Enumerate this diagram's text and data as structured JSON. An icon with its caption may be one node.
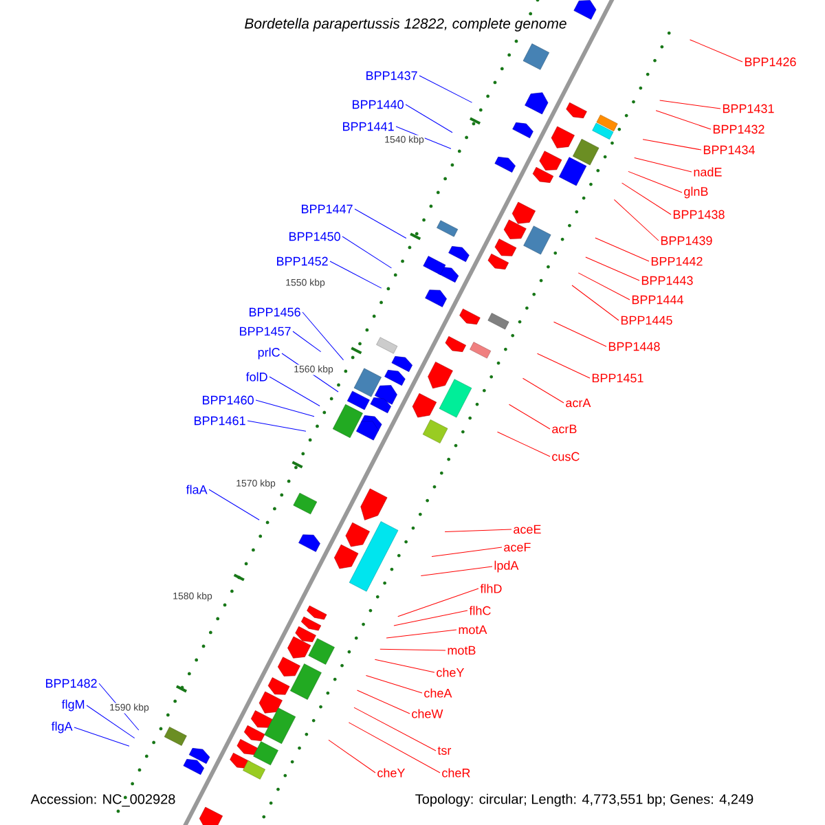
{
  "diagram": {
    "title": "Bordetella parapertussis 12822, complete genome",
    "nodes": [
      {
        "text": [
          "BPP1437"
        ]
      },
      {
        "text": [
          "BPP1440"
        ]
      },
      {
        "text": [
          "BPP1441"
        ]
      },
      {
        "text": [
          "BPP1447"
        ]
      },
      {
        "text": [
          "BPP1450"
        ]
      },
      {
        "text": [
          "BPP1452"
        ]
      },
      {
        "text": [
          "BPP1456"
        ]
      },
      {
        "text": [
          "BPP1457"
        ]
      },
      {
        "text": [
          "prlC"
        ]
      },
      {
        "text": [
          "folD"
        ]
      },
      {
        "text": [
          "BPP1460"
        ]
      },
      {
        "text": [
          "BPP1461"
        ]
      },
      {
        "text": [
          "flaA"
        ]
      },
      {
        "text": [
          "BPP1482"
        ]
      },
      {
        "text": [
          "flgM"
        ]
      },
      {
        "text": [
          "flgA"
        ]
      },
      {
        "text": [
          "BPP1426"
        ]
      },
      {
        "text": [
          "BPP1431"
        ]
      },
      {
        "text": [
          "BPP1432"
        ]
      },
      {
        "text": [
          "BPP1434"
        ]
      },
      {
        "text": [
          "nadE"
        ]
      },
      {
        "text": [
          "glnB"
        ]
      },
      {
        "text": [
          "BPP1438"
        ]
      },
      {
        "text": [
          "BPP1439"
        ]
      },
      {
        "text": [
          "BPP1442"
        ]
      },
      {
        "text": [
          "BPP1443"
        ]
      },
      {
        "text": [
          "BPP1444"
        ]
      },
      {
        "text": [
          "BPP1445"
        ]
      },
      {
        "text": [
          "BPP1448"
        ]
      },
      {
        "text": [
          "BPP1451"
        ]
      },
      {
        "text": [
          "acrA"
        ]
      },
      {
        "text": [
          "acrB"
        ]
      },
      {
        "text": [
          "cusC"
        ]
      },
      {
        "text": [
          "aceE"
        ]
      },
      {
        "text": [
          "aceF"
        ]
      },
      {
        "text": [
          "lpdA"
        ]
      },
      {
        "text": [
          "flhD"
        ]
      },
      {
        "text": [
          "flhC"
        ]
      },
      {
        "text": [
          "motA"
        ]
      },
      {
        "text": [
          "motB"
        ]
      },
      {
        "text": [
          "cheY"
        ]
      },
      {
        "text": [
          "cheA"
        ]
      },
      {
        "text": [
          "cheW"
        ]
      },
      {
        "text": [
          "tsr"
        ]
      },
      {
        "text": [
          "cheR"
        ]
      },
      {
        "text": [
          "cheY"
        ]
      }
    ],
    "edges": [
      {
        "from": 0,
        "to": null,
        "arrow": "none",
        "color": "#0000ff"
      },
      {
        "from": 1,
        "to": null,
        "arrow": "none",
        "color": "#0000ff"
      },
      {
        "from": 2,
        "to": null,
        "arrow": "none",
        "color": "#0000ff"
      },
      {
        "from": 3,
        "to": null,
        "arrow": "none",
        "color": "#0000ff"
      },
      {
        "from": 4,
        "to": null,
        "arrow": "none",
        "color": "#0000ff"
      },
      {
        "from": 5,
        "to": null,
        "arrow": "none",
        "color": "#0000ff"
      },
      {
        "from": 6,
        "to": null,
        "arrow": "none",
        "color": "#0000ff"
      },
      {
        "from": 7,
        "to": null,
        "arrow": "none",
        "color": "#0000ff"
      },
      {
        "from": 8,
        "to": null,
        "arrow": "none",
        "color": "#0000ff"
      },
      {
        "from": 9,
        "to": null,
        "arrow": "none",
        "color": "#0000ff"
      },
      {
        "from": 10,
        "to": null,
        "arrow": "none",
        "color": "#0000ff"
      },
      {
        "from": 11,
        "to": null,
        "arrow": "none",
        "color": "#0000ff"
      },
      {
        "from": 12,
        "to": null,
        "arrow": "none",
        "color": "#0000ff"
      },
      {
        "from": 13,
        "to": null,
        "arrow": "none",
        "color": "#0000ff"
      },
      {
        "from": 14,
        "to": null,
        "arrow": "none",
        "color": "#0000ff"
      },
      {
        "from": 15,
        "to": null,
        "arrow": "none",
        "color": "#0000ff"
      },
      {
        "from": 16,
        "to": null,
        "arrow": "none"
      },
      {
        "from": 17,
        "to": null,
        "arrow": "none"
      },
      {
        "from": 18,
        "to": null,
        "arrow": "none"
      },
      {
        "from": 19,
        "to": null,
        "arrow": "none"
      },
      {
        "from": 20,
        "to": null,
        "arrow": "none"
      },
      {
        "from": 21,
        "to": null,
        "arrow": "none"
      },
      {
        "from": 22,
        "to": null,
        "arrow": "none"
      },
      {
        "from": 23,
        "to": null,
        "arrow": "none"
      },
      {
        "from": 24,
        "to": null,
        "arrow": "none"
      },
      {
        "from": 25,
        "to": null,
        "arrow": "none"
      },
      {
        "from": 26,
        "to": null,
        "arrow": "none"
      },
      {
        "from": 27,
        "to": null,
        "arrow": "none"
      },
      {
        "from": 28,
        "to": null,
        "arrow": "none"
      },
      {
        "from": 29,
        "to": null,
        "arrow": "none"
      },
      {
        "from": 30,
        "to": null,
        "arrow": "none"
      },
      {
        "from": 31,
        "to": null,
        "arrow": "none"
      },
      {
        "from": 32,
        "to": null,
        "arrow": "none"
      },
      {
        "from": 33,
        "to": null,
        "arrow": "none"
      },
      {
        "from": 34,
        "to": null,
        "arrow": "none"
      },
      {
        "from": 35,
        "to": null,
        "arrow": "none"
      },
      {
        "from": 36,
        "to": null,
        "arrow": "none"
      },
      {
        "from": 37,
        "to": null,
        "arrow": "none"
      },
      {
        "from": 38,
        "to": null,
        "arrow": "none"
      },
      {
        "from": 39,
        "to": null,
        "arrow": "none"
      },
      {
        "from": 40,
        "to": null,
        "arrow": "none"
      },
      {
        "from": 41,
        "to": null,
        "arrow": "none"
      },
      {
        "from": 42,
        "to": null,
        "arrow": "none"
      },
      {
        "from": 43,
        "to": null,
        "arrow": "none"
      },
      {
        "from": 44,
        "to": null,
        "arrow": "none"
      },
      {
        "from": 45,
        "to": null,
        "arrow": "none"
      }
    ],
    "labels": [
      "1540 kbp",
      "1550 kbp",
      "1560 kbp",
      "1570 kbp",
      "1580 kbp",
      "1590 kbp",
      "Accession: NC_002928",
      "Topology: circular; Length: 4,773,551 bp; Genes: 4,249"
    ]
  }
}
